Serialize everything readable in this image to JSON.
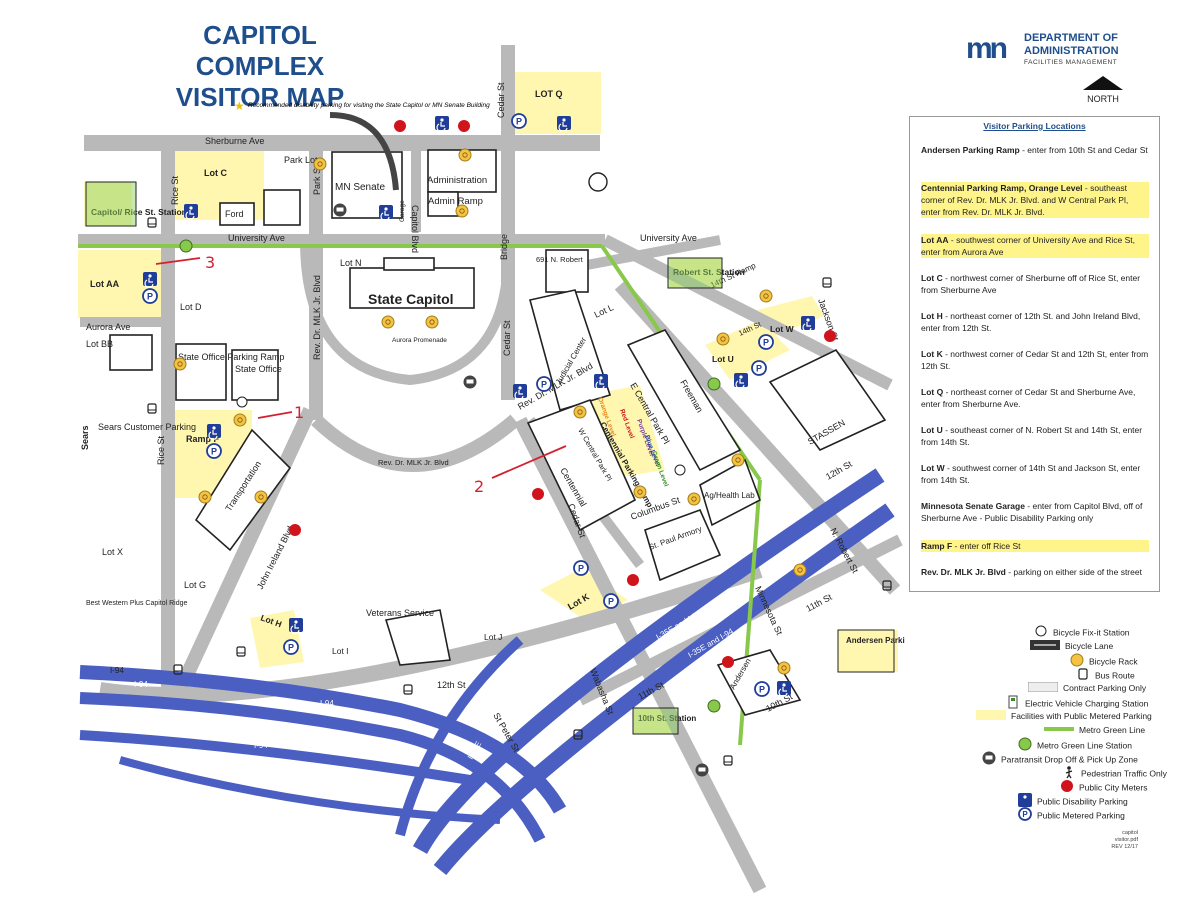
{
  "title": {
    "line1": "CAPITOL COMPLEX",
    "line2": "VISITOR MAP"
  },
  "logo": {
    "mark": "mn",
    "line1": "DEPARTMENT OF",
    "line2": "ADMINISTRATION",
    "line3": "FACILITIES MANAGEMENT"
  },
  "north": "NORTH",
  "star_note": "Recommended disability parking for visiting the State Capitol or MN Senate Building",
  "streets": {
    "sherburne": "Sherburne Ave",
    "university_w": "University Ave",
    "university_e": "University Ave",
    "rice": "Rice St",
    "rice2": "Rice St",
    "park": "Park St",
    "capitol_blvd": "Capitol Blvd",
    "cedar_n": "Cedar St",
    "cedar_s": "Cedar St",
    "cedar_top": "Cedar St",
    "bridge": "Bridge",
    "mlk_w": "Rev. Dr. MLK Jr. Blvd",
    "mlk_s": "Rev. Dr. MLK Jr. Blvd",
    "mlk_e": "Rev. Dr. MLK Jr. Blvd",
    "john_ireland": "John Ireland Blvd",
    "aurora": "Aurora Ave",
    "columbus": "Columbus St",
    "central_park": "E Central Park Pl",
    "wcentral_park": "W Central Park Pl",
    "jackson": "Jackson St",
    "n_robert": "N. Robert St",
    "minnesota": "Minnesota St",
    "wabasha": "Wabasha St",
    "st_peter": "St Peter St",
    "twelfth_w": "12th St",
    "twelfth_e": "12th St",
    "tenth": "10th St",
    "eleventh": "11th St",
    "eleventh2": "11th St",
    "fourteenth": "14th St",
    "sears": "Sears",
    "i94a": "I-94",
    "i94b": "I-94",
    "i94c": "I-94",
    "i94d": "I-94",
    "i94e": "I-94",
    "i35e_1": "I-35E and I-94",
    "i35e_2": "I-35E and I-94",
    "i35e_3": "I-35E",
    "i35e_4": "I-35E"
  },
  "places": {
    "lot_q": "LOT Q",
    "lot_c": "Lot C",
    "park_lot": "Park Lot",
    "ford": "Ford",
    "mn_senate": "MN Senate",
    "administration": "Administration",
    "admin_ramp": "Admin Ramp",
    "garage": "Garage",
    "capitol_rice_station": "Capitol/ Rice St. Station",
    "lot_aa": "Lot AA",
    "lot_d": "Lot D",
    "lot_bb": "Lot BB",
    "lot_n": "Lot N",
    "state_capitol": "State Capitol",
    "aurora_promenade": "Aurora Promenade",
    "robert_691": "691 N. Robert",
    "lot_l": "Lot L",
    "robert_station": "Robert St. Station",
    "fourteenth_ramp": "14th St Ramp",
    "lot_u": "Lot U",
    "lot_w": "Lot W",
    "state_office_ramp": "State Office Parking Ramp",
    "state_office": "State Office",
    "sears_customer": "Sears Customer Parking",
    "ramp_f": "Ramp F",
    "transportation": "Transportation",
    "judicial": "Judicial Center",
    "centennial_ramp": "Centennial Parking Ramp",
    "centennial": "Centennial",
    "freeman": "Freeman",
    "stassen": "STASSEN",
    "ag_health": "Ag/Health Lab",
    "armory": "St. Paul Armory",
    "lot_k": "Lot K",
    "lot_x": "Lot X",
    "lot_g": "Lot G",
    "best_western": "Best Western Plus Capitol Ridge",
    "lot_h": "Lot H",
    "veterans": "Veterans Service",
    "lot_i": "Lot I",
    "lot_j": "Lot J",
    "andersen": "Andersen",
    "andersen_ramp": "Andersen Parking Ramp",
    "tenth_station": "10th St. Station",
    "level_orange": "Orange Level",
    "level_red": "Red Level",
    "level_purple": "Purple Level",
    "level_blue": "Blue Level",
    "level_green": "Green Level"
  },
  "annotations": {
    "n1": "1",
    "n2": "2",
    "n3": "3"
  },
  "legend": {
    "header": "Visitor Parking Locations",
    "entries": [
      {
        "name": "Andersen Parking Ramp",
        "text": " - enter from 10th St and Cedar St",
        "hl": false
      },
      {
        "name": "Centennial Parking Ramp, Orange Level",
        "text": " - southeast corner of Rev. Dr. MLK Jr. Blvd. and W Central Park Pl, enter from Rev. Dr. MLK Jr. Blvd.",
        "hl": true
      },
      {
        "name": "Lot AA",
        "text": " - southwest corner of University Ave and Rice St, enter from Aurora Ave",
        "hl": true
      },
      {
        "name": "Lot C",
        "text": " - northwest corner of Sherburne off of Rice St, enter from Sherburne Ave",
        "hl": false
      },
      {
        "name": "Lot H",
        "text": " - northeast corner of 12th St. and John Ireland Blvd, enter from 12th St.",
        "hl": false
      },
      {
        "name": "Lot K",
        "text": " - northwest corner of Cedar St and 12th St, enter from 12th St.",
        "hl": false
      },
      {
        "name": "Lot Q",
        "text": " - northeast corner of Cedar St and Sherburne Ave, enter from Sherburne Ave.",
        "hl": false
      },
      {
        "name": "Lot U",
        "text": " - southeast corner of N. Robert St and 14th St, enter from 14th St.",
        "hl": false
      },
      {
        "name": "Lot W",
        "text": " - southwest corner of 14th St and Jackson St, enter from 14th St.",
        "hl": false
      },
      {
        "name": "Minnesota Senate Garage",
        "text": " - enter from Capitol Blvd, off of Sherburne Ave - Public Disability Parking only",
        "hl": false
      },
      {
        "name": "Ramp F",
        "text": " - enter off Rice St",
        "hl": true
      },
      {
        "name": "Rev. Dr. MLK Jr. Blvd",
        "text": " - parking on either side of the street",
        "hl": false
      }
    ]
  },
  "key": [
    {
      "label": "Bicycle Fix-it Station",
      "icon": "bike-fixit-icon"
    },
    {
      "label": "Bicycle Lane",
      "icon": "bike-lane-icon"
    },
    {
      "label": "Bicycle Rack",
      "icon": "bike-rack-icon"
    },
    {
      "label": "Bus Route",
      "icon": "bus-icon"
    },
    {
      "label": "Contract Parking Only",
      "icon": "contract-parking-icon"
    },
    {
      "label": "Electric Vehicle Charging Station",
      "icon": "ev-charging-icon"
    },
    {
      "label": "Facilities with Public Metered Parking",
      "icon": "metered-facility-icon"
    },
    {
      "label": "Metro Green Line",
      "icon": "green-line-icon"
    },
    {
      "label": "Metro Green Line Station",
      "icon": "green-station-icon"
    },
    {
      "label": "Paratransit Drop Off & Pick Up Zone",
      "icon": "paratransit-icon"
    },
    {
      "label": "Pedestrian Traffic Only",
      "icon": "pedestrian-icon"
    },
    {
      "label": "Public City Meters",
      "icon": "city-meter-icon"
    },
    {
      "label": "Public Disability Parking",
      "icon": "disability-icon"
    },
    {
      "label": "Public Metered Parking",
      "icon": "metered-parking-icon"
    }
  ],
  "footer": {
    "line1": "capitol visitor.pdf",
    "line2": "REV 12/17"
  },
  "colors": {
    "road": "#b9b9b9",
    "highway": "#4a5fc1",
    "lot": "#fff7b0",
    "green_line": "#88c84a",
    "title": "#1f4e8c"
  }
}
